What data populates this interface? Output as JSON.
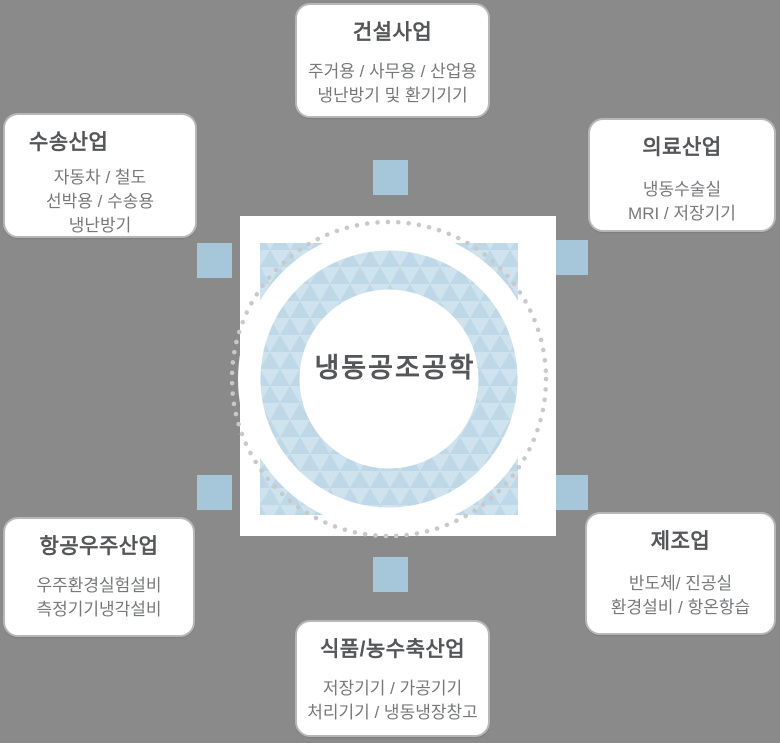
{
  "center": {
    "label": "냉동공조공학"
  },
  "boxes": {
    "construction": {
      "title": "건설사업",
      "lines": [
        "주거용 / 사무용 / 산업용",
        "냉난방기 및 환기기기"
      ]
    },
    "transport": {
      "title": "수송산업",
      "lines": [
        "자동차 / 철도",
        "선박용 / 수송용",
        "냉난방기"
      ]
    },
    "medical": {
      "title": "의료산업",
      "lines": [
        "냉동수술실",
        "MRI / 저장기기"
      ]
    },
    "aerospace": {
      "title": "항공우주산업",
      "lines": [
        "우주환경실험설비",
        "측정기기냉각설비"
      ]
    },
    "manufacturing": {
      "title": "제조업",
      "lines": [
        "반도체/ 진공실",
        "환경설비 / 항온항습"
      ]
    },
    "food": {
      "title": "식품/농수축산업",
      "lines": [
        "저장기기 / 가공기기",
        "처리기기 / 냉동냉장창고"
      ]
    }
  },
  "colors": {
    "background": "#8a8a8a",
    "box_background": "#ffffff",
    "box_border": "#b7b7b7",
    "title_text": "#55565a",
    "body_text": "#77787b",
    "connector_blue": "#a6c6d9",
    "pattern_light": "#cfe3ee",
    "pattern_dark": "#bed8e8",
    "dot_ring": "#c9c9c9"
  }
}
